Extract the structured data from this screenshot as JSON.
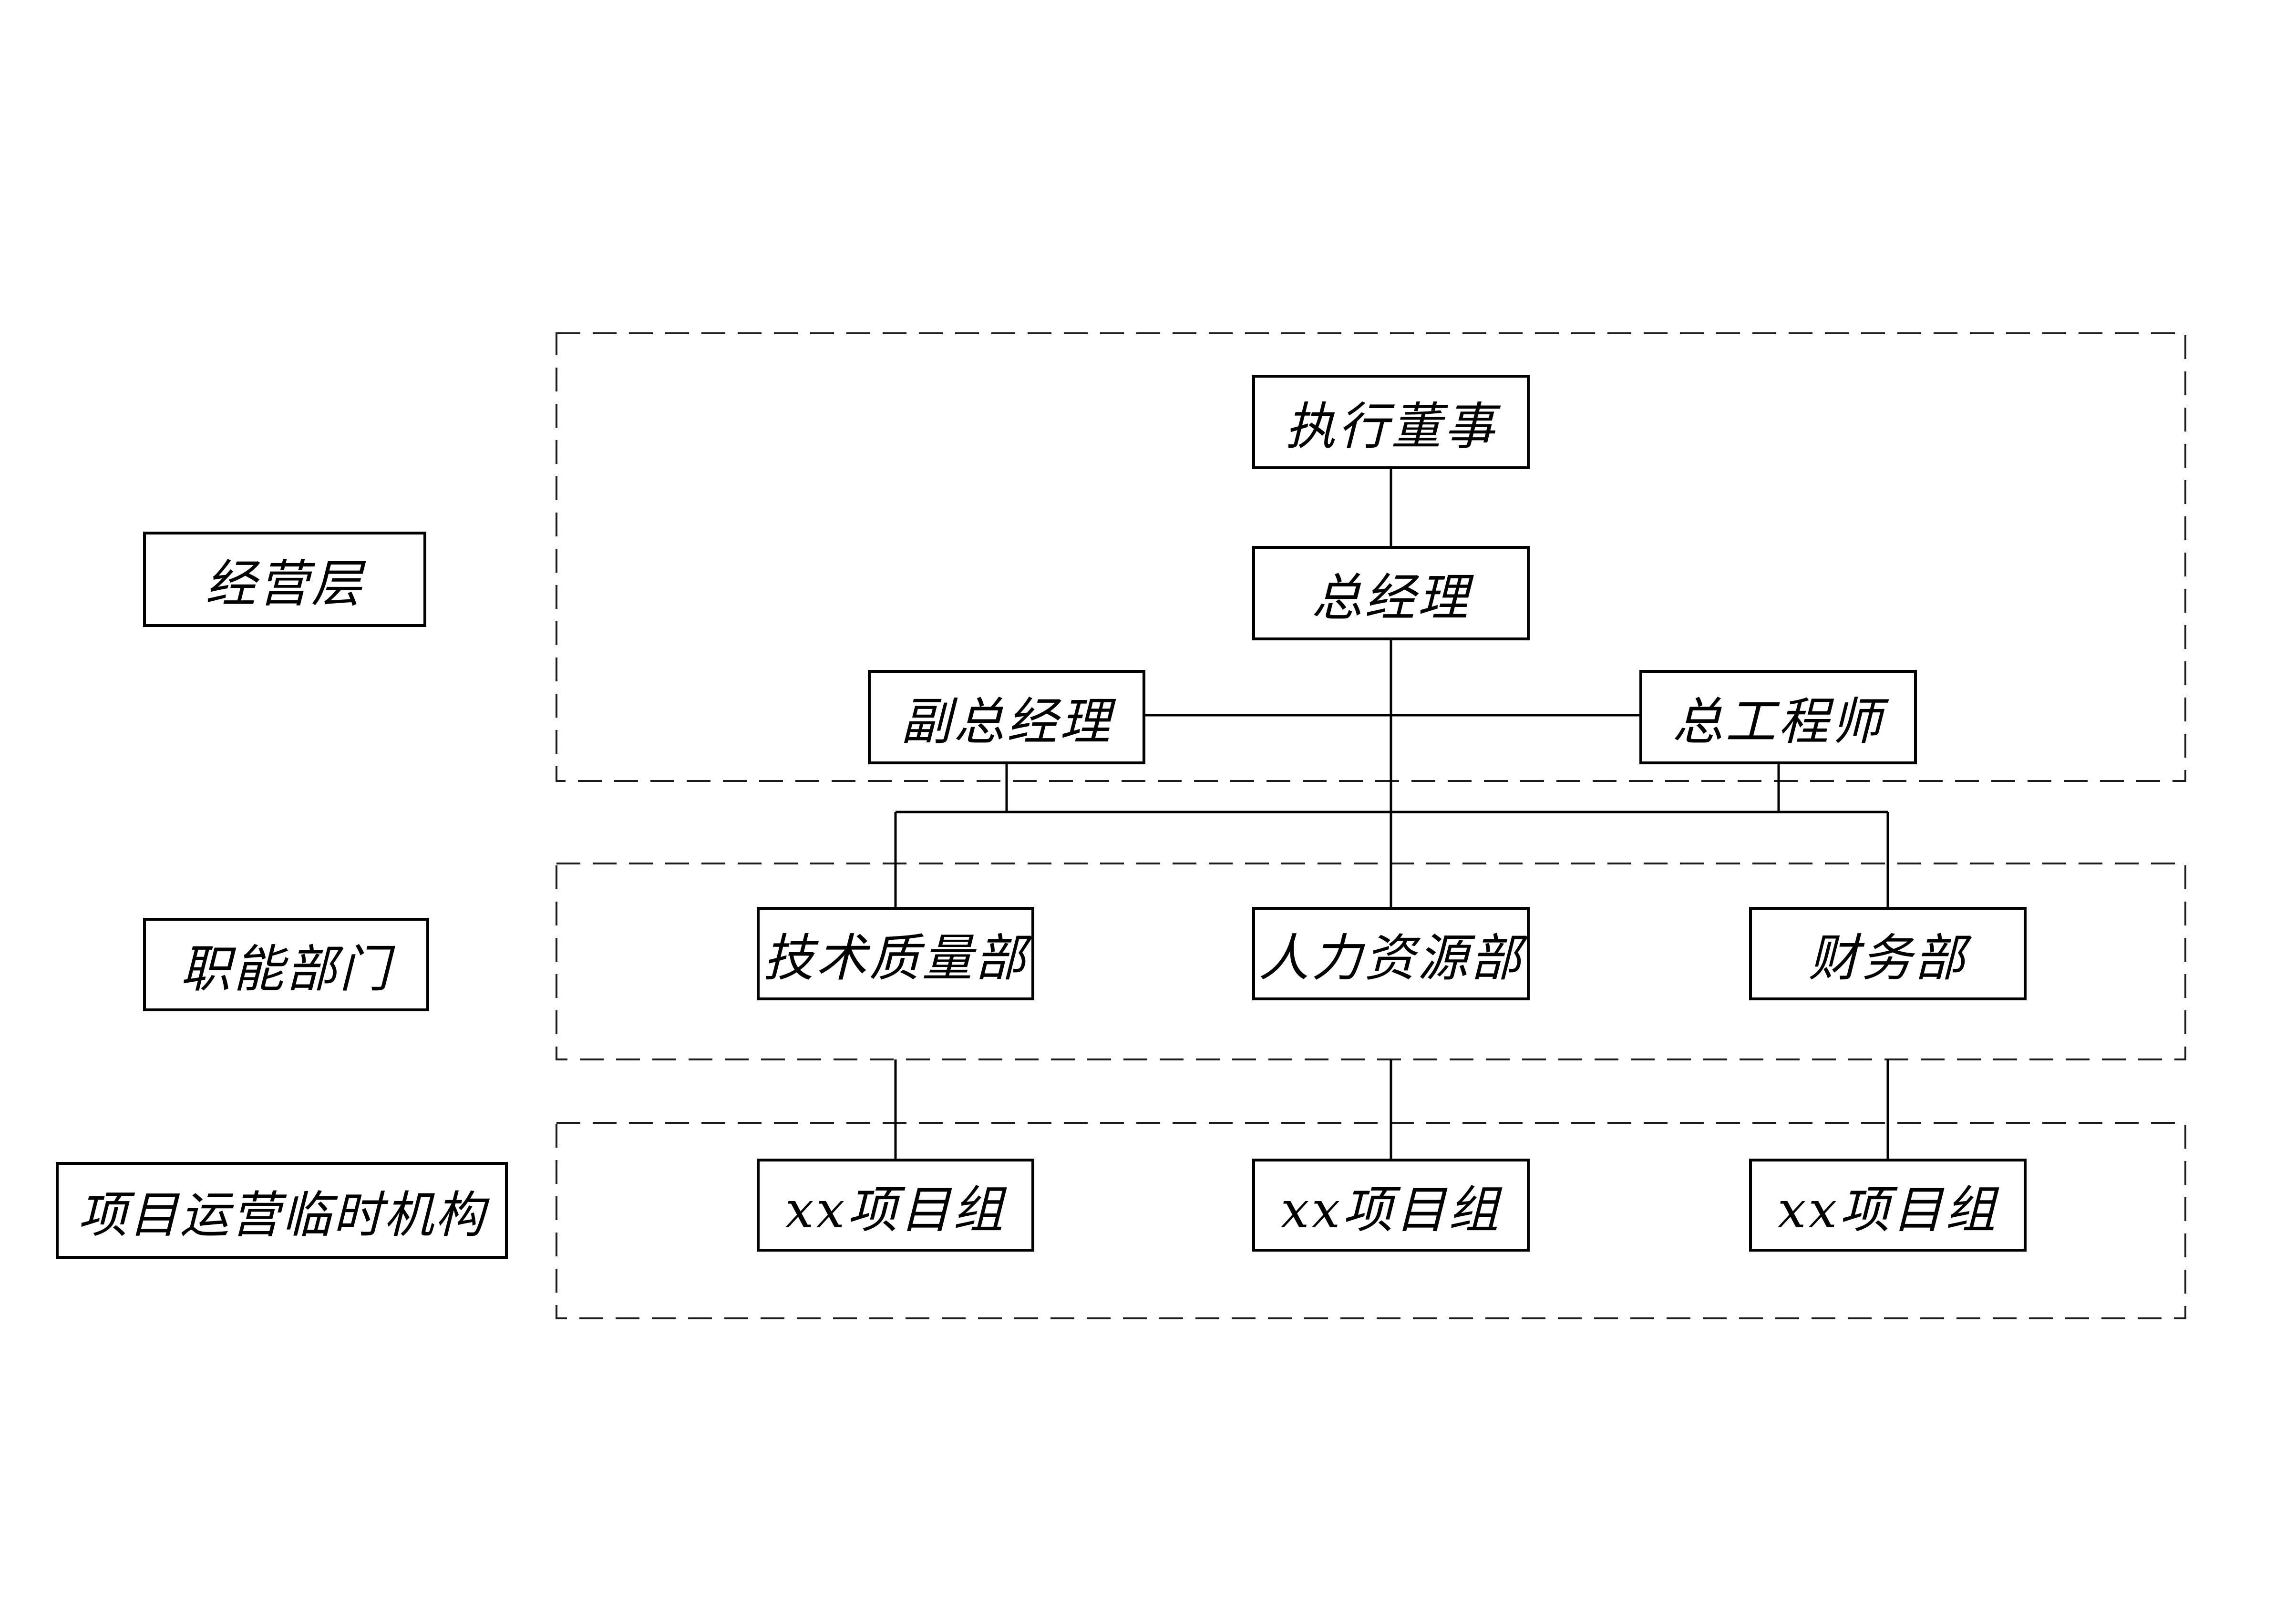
{
  "canvas": {
    "background": "#ffffff",
    "line_color": "#000000",
    "text_color": "#000000"
  },
  "side_labels": {
    "management": {
      "label": "经营层"
    },
    "functional": {
      "label": "职能部门"
    },
    "project": {
      "label": "项目运营临时机构"
    }
  },
  "nodes": {
    "exec_director": {
      "label": "执行董事"
    },
    "general_manager": {
      "label": "总经理"
    },
    "deputy_general_manager": {
      "label": "副总经理"
    },
    "chief_engineer": {
      "label": "总工程师"
    },
    "tech_quality_dept": {
      "label": "技术质量部"
    },
    "hr_dept": {
      "label": "人力资源部"
    },
    "finance_dept": {
      "label": "财务部"
    },
    "project_group_1": {
      "label": "xx项目组"
    },
    "project_group_2": {
      "label": "xx项目组"
    },
    "project_group_3": {
      "label": "xx项目组"
    }
  },
  "edges": [
    {
      "from": "exec_director",
      "to": "general_manager"
    },
    {
      "from": "general_manager",
      "to": "deputy_general_manager"
    },
    {
      "from": "general_manager",
      "to": "chief_engineer"
    },
    {
      "from": "general_manager",
      "to": "hr_dept"
    },
    {
      "from": "deputy_general_manager",
      "to": "tech_quality_dept"
    },
    {
      "from": "chief_engineer",
      "to": "finance_dept"
    },
    {
      "from": "tech_quality_dept",
      "to": "project_group_1"
    },
    {
      "from": "hr_dept",
      "to": "project_group_2"
    },
    {
      "from": "finance_dept",
      "to": "project_group_3"
    }
  ]
}
